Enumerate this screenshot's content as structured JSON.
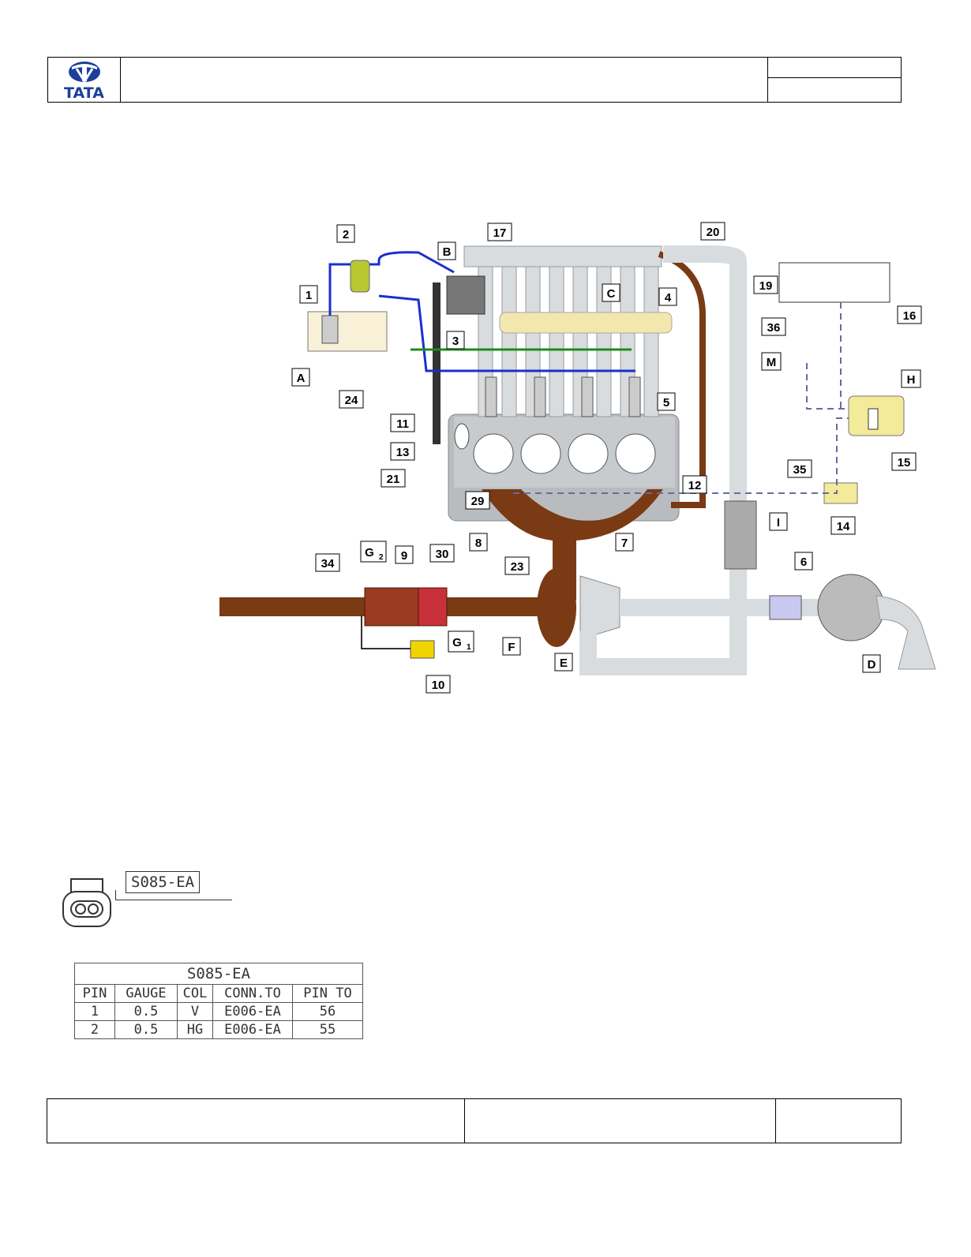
{
  "header": {
    "logo_text": "TATA"
  },
  "diagram": {
    "labels": [
      "1",
      "2",
      "3",
      "4",
      "5",
      "6",
      "7",
      "8",
      "9",
      "10",
      "11",
      "12",
      "13",
      "14",
      "15",
      "16",
      "17",
      "19",
      "20",
      "21",
      "23",
      "24",
      "29",
      "30",
      "34",
      "35",
      "36",
      "A",
      "B",
      "C",
      "D",
      "E",
      "F",
      "G",
      "G",
      "H",
      "I",
      "M"
    ],
    "subscripts": {
      "g2": "2",
      "g1": "1"
    },
    "colors": {
      "fuel_low": "#1a2fd0",
      "fuel_return": "#1f8a1f",
      "exhaust": "#7a3a14",
      "air_pipe": "#d9dcdf",
      "rail": "#f3e7b0",
      "engine_block": "#b9bcbf",
      "wiring": "#6a6aa0"
    }
  },
  "connector": {
    "name": "S085-EA"
  },
  "pin_table": {
    "title": "S085-EA",
    "headers": [
      "PIN",
      "GAUGE",
      "COL",
      "CONN.TO",
      "PIN TO"
    ],
    "rows": [
      [
        "1",
        "0.5",
        "V",
        "E006-EA",
        "56"
      ],
      [
        "2",
        "0.5",
        "HG",
        "E006-EA",
        "55"
      ]
    ]
  }
}
